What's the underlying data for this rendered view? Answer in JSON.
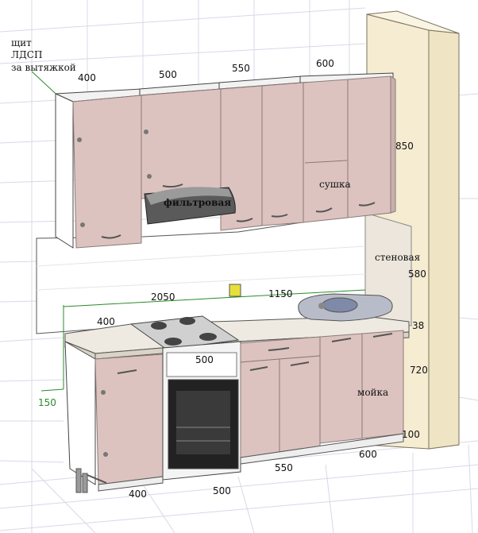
{
  "colors": {
    "facade": "#dcc3bf",
    "facade_edge": "#9a8a88",
    "carcass": "#ffffff",
    "countertop": "#e8e2d8",
    "backsplash": "#ece6dc",
    "wall_panel": "#f5ecd2",
    "grid": "#d8d8e8",
    "steel": "#b8bcc8",
    "accent_green": "#2a8a2a"
  },
  "notes": {
    "shield_line1": "щит",
    "shield_line2": "ЛДСП",
    "shield_line3": "за вытяжкой",
    "hood": "фильтровая",
    "dryer": "сушка",
    "backsplash": "стеновая",
    "sink": "мойка"
  },
  "dimensions": {
    "upper_400": "400",
    "upper_500": "500",
    "upper_550": "550",
    "upper_600": "600",
    "upper_height": "850",
    "total_length": "2050",
    "right_run": "1150",
    "backsplash_height": "580",
    "countertop_thickness": "38",
    "lower_height": "720",
    "plinth": "100",
    "corner_400": "400",
    "hob_500": "500",
    "socket_150": "150",
    "floor_400": "400",
    "floor_500": "500",
    "floor_550": "550",
    "floor_600": "600"
  }
}
